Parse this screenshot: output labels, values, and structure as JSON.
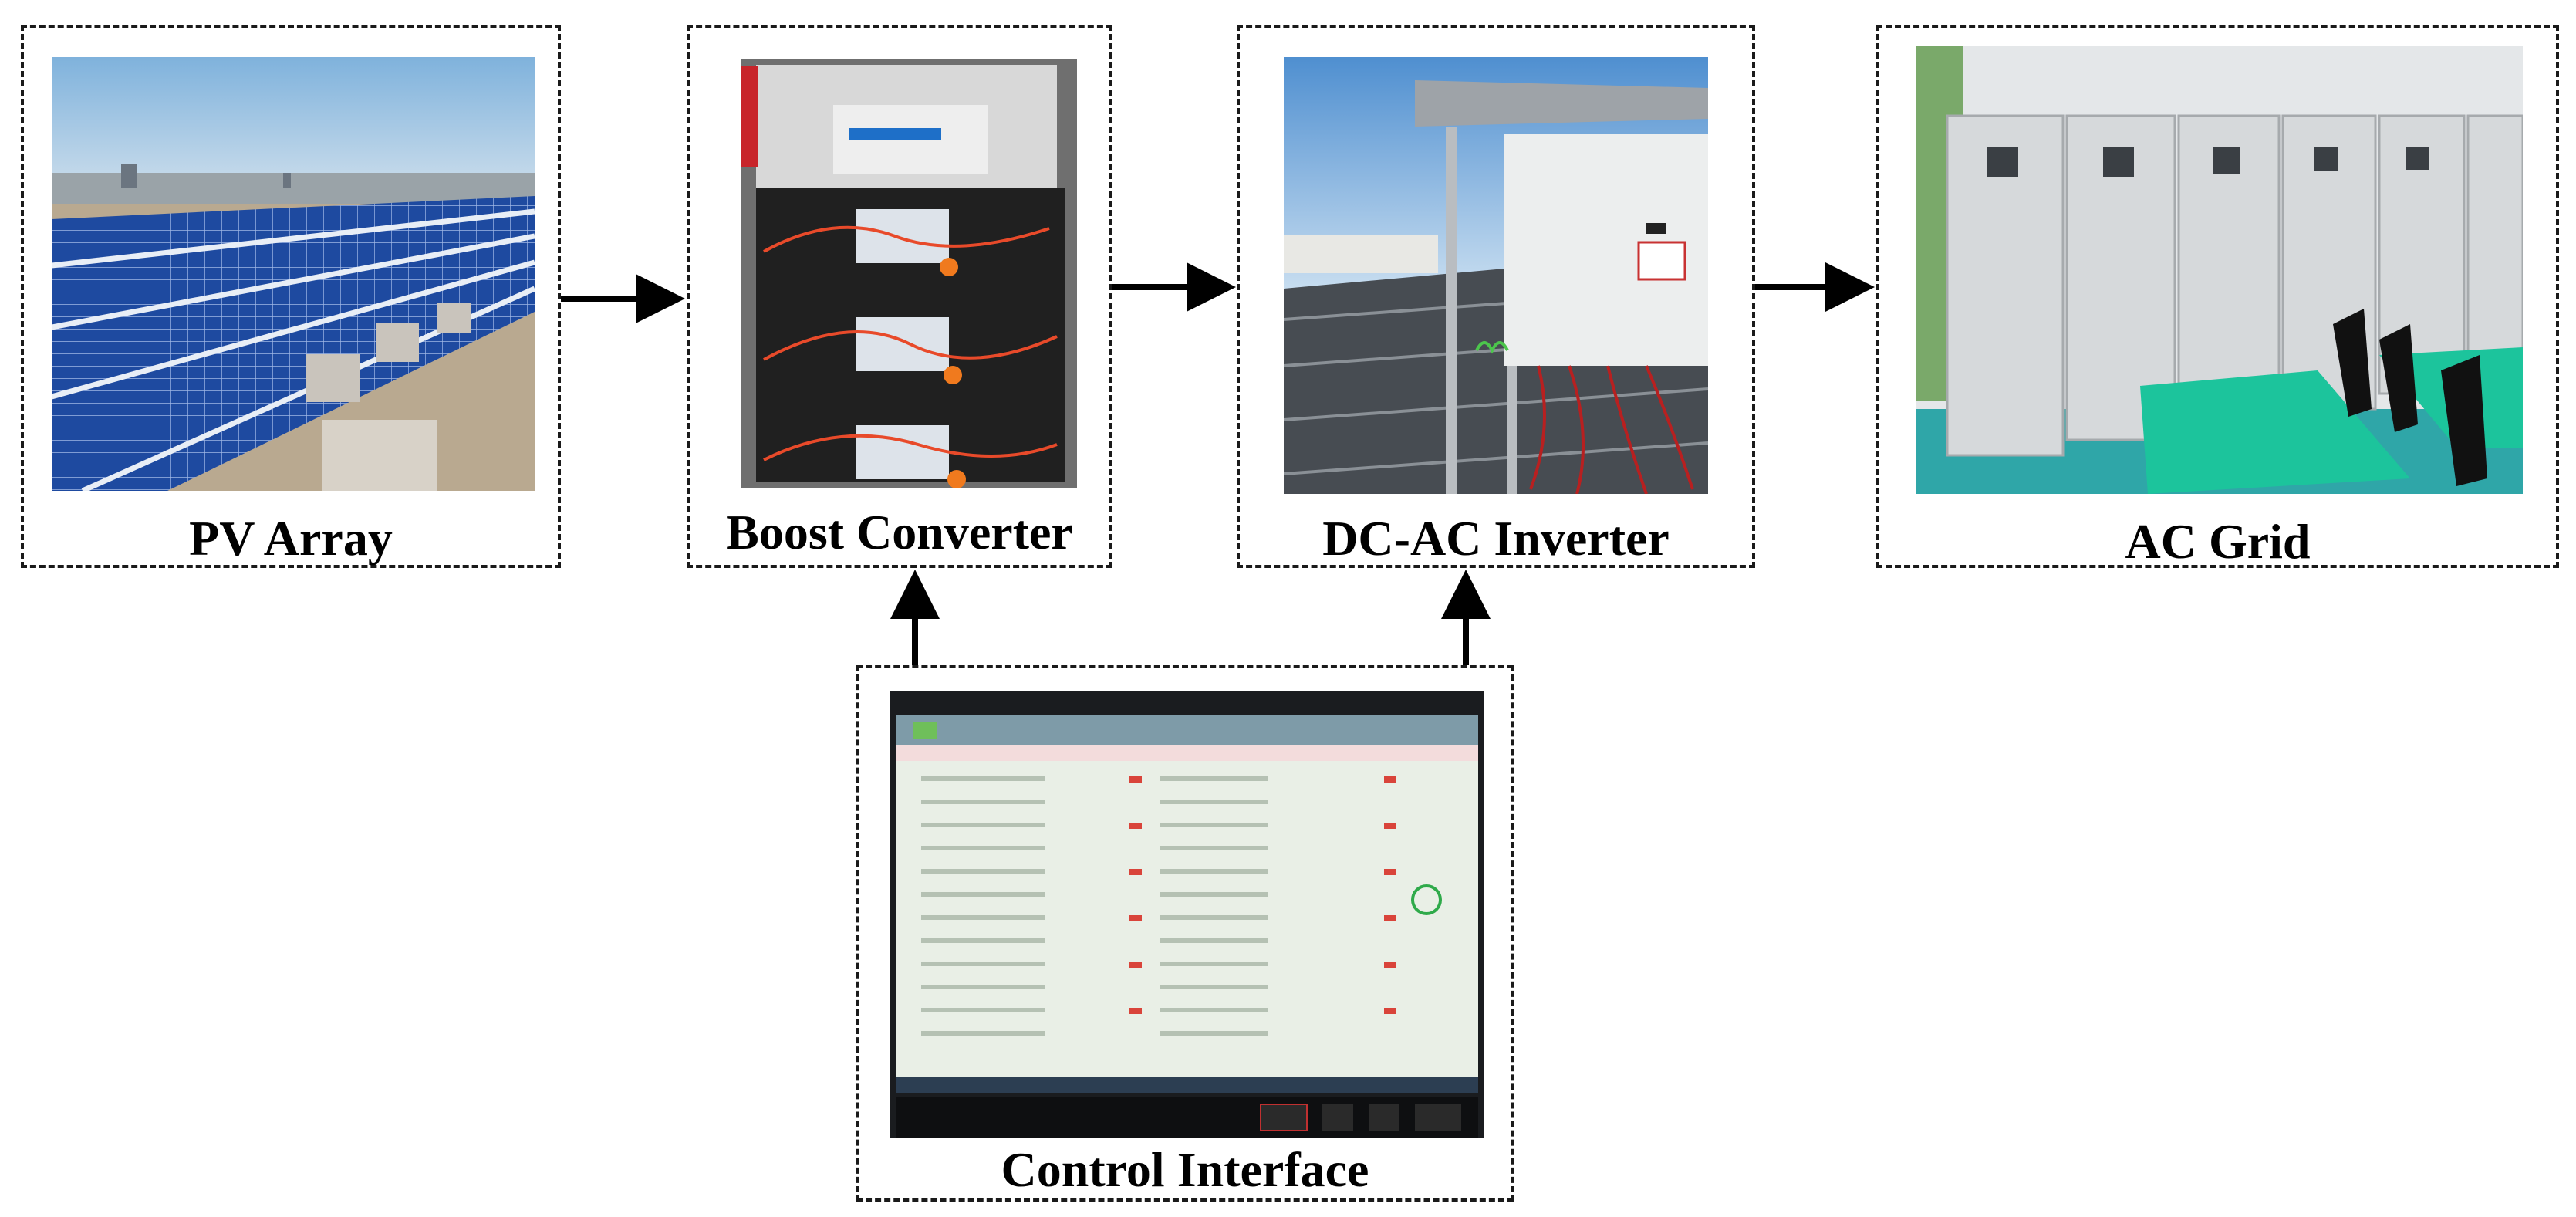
{
  "blocks": {
    "pv_array": "PV Array",
    "boost_converter": "Boost Converter",
    "dcac_inverter": "DC-AC Inverter",
    "ac_grid": "AC Grid",
    "control_interface": "Control Interface"
  },
  "colors": {
    "border": "#1a1a1a",
    "arrow": "#000000",
    "sky": "#8fbbe0",
    "panel": "#1f4fa8",
    "screen_bg": "#eaf2e8",
    "screen_red": "#d9443a",
    "grid_table": "#16b09a"
  }
}
